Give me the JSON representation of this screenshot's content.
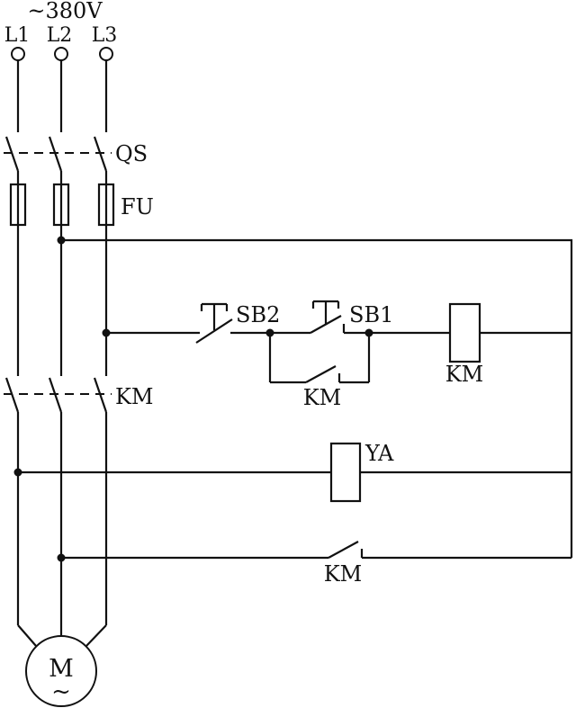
{
  "diagram": {
    "title": "~380V",
    "phases": [
      "L1",
      "L2",
      "L3"
    ],
    "labels": {
      "disconnect": "QS",
      "fuse": "FU",
      "contactor_main": "KM",
      "stop_button": "SB2",
      "start_button": "SB1",
      "aux_contact": "KM",
      "contactor_coil": "KM",
      "brake_coil": "YA",
      "brake_contact": "KM",
      "motor": "M",
      "motor_ac": "~"
    },
    "colors": {
      "line": "#111111",
      "background": "#ffffff"
    }
  }
}
